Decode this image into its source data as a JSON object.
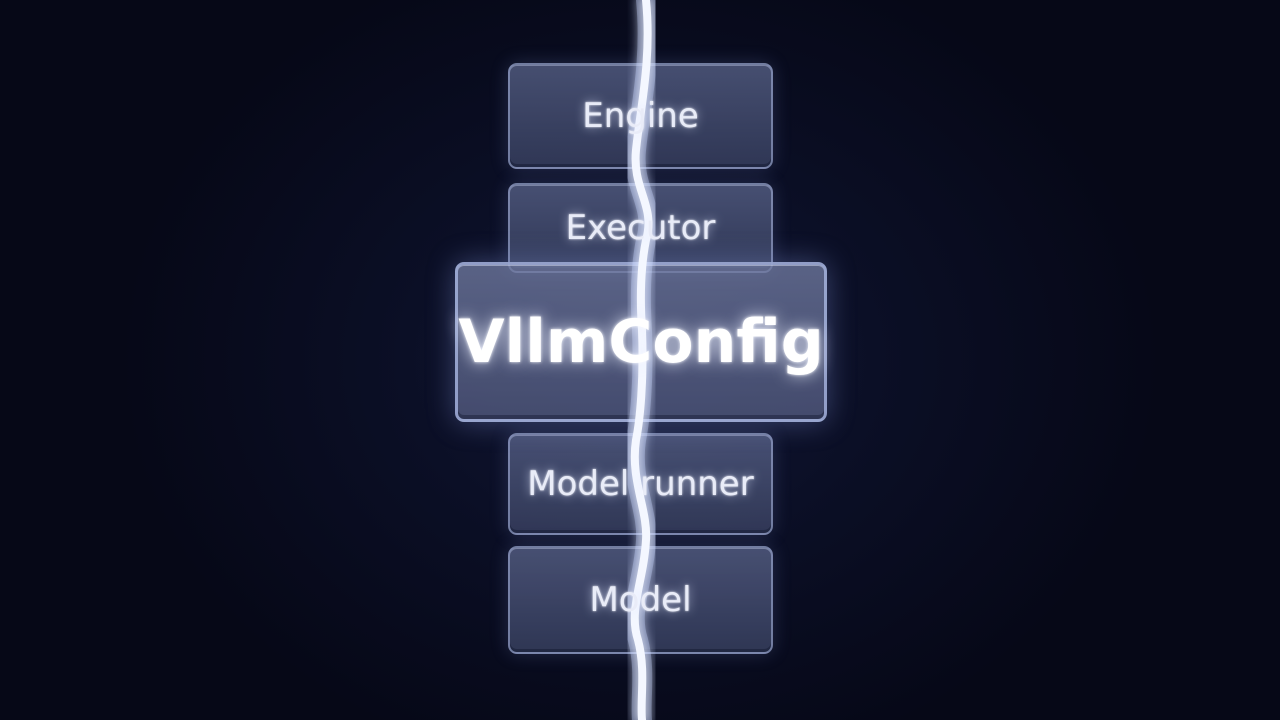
{
  "layers": {
    "engine": "Engine",
    "executor": "Executor",
    "config": "VllmConfig",
    "model_runner": "Model runner",
    "model": "Model"
  },
  "colors": {
    "background": "#070a1a",
    "block_fill": "#4a5275",
    "block_border": "#aab6de",
    "text": "#e9ecf8",
    "light_thread": "#f4f7ff"
  }
}
